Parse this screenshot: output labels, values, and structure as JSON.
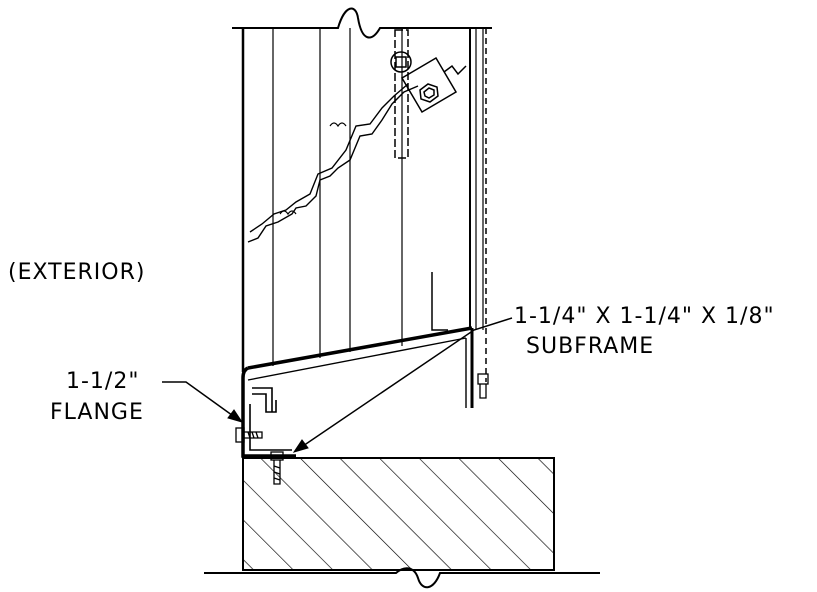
{
  "labels": {
    "exterior": "(EXTERIOR)",
    "flange_size": "1-1/2\"",
    "flange": "FLANGE",
    "subframe_size": "1-1/4\" X 1-1/4\" X 1/8\"",
    "subframe": "SUBFRAME"
  },
  "colors": {
    "line": "#000000",
    "background": "#ffffff"
  }
}
